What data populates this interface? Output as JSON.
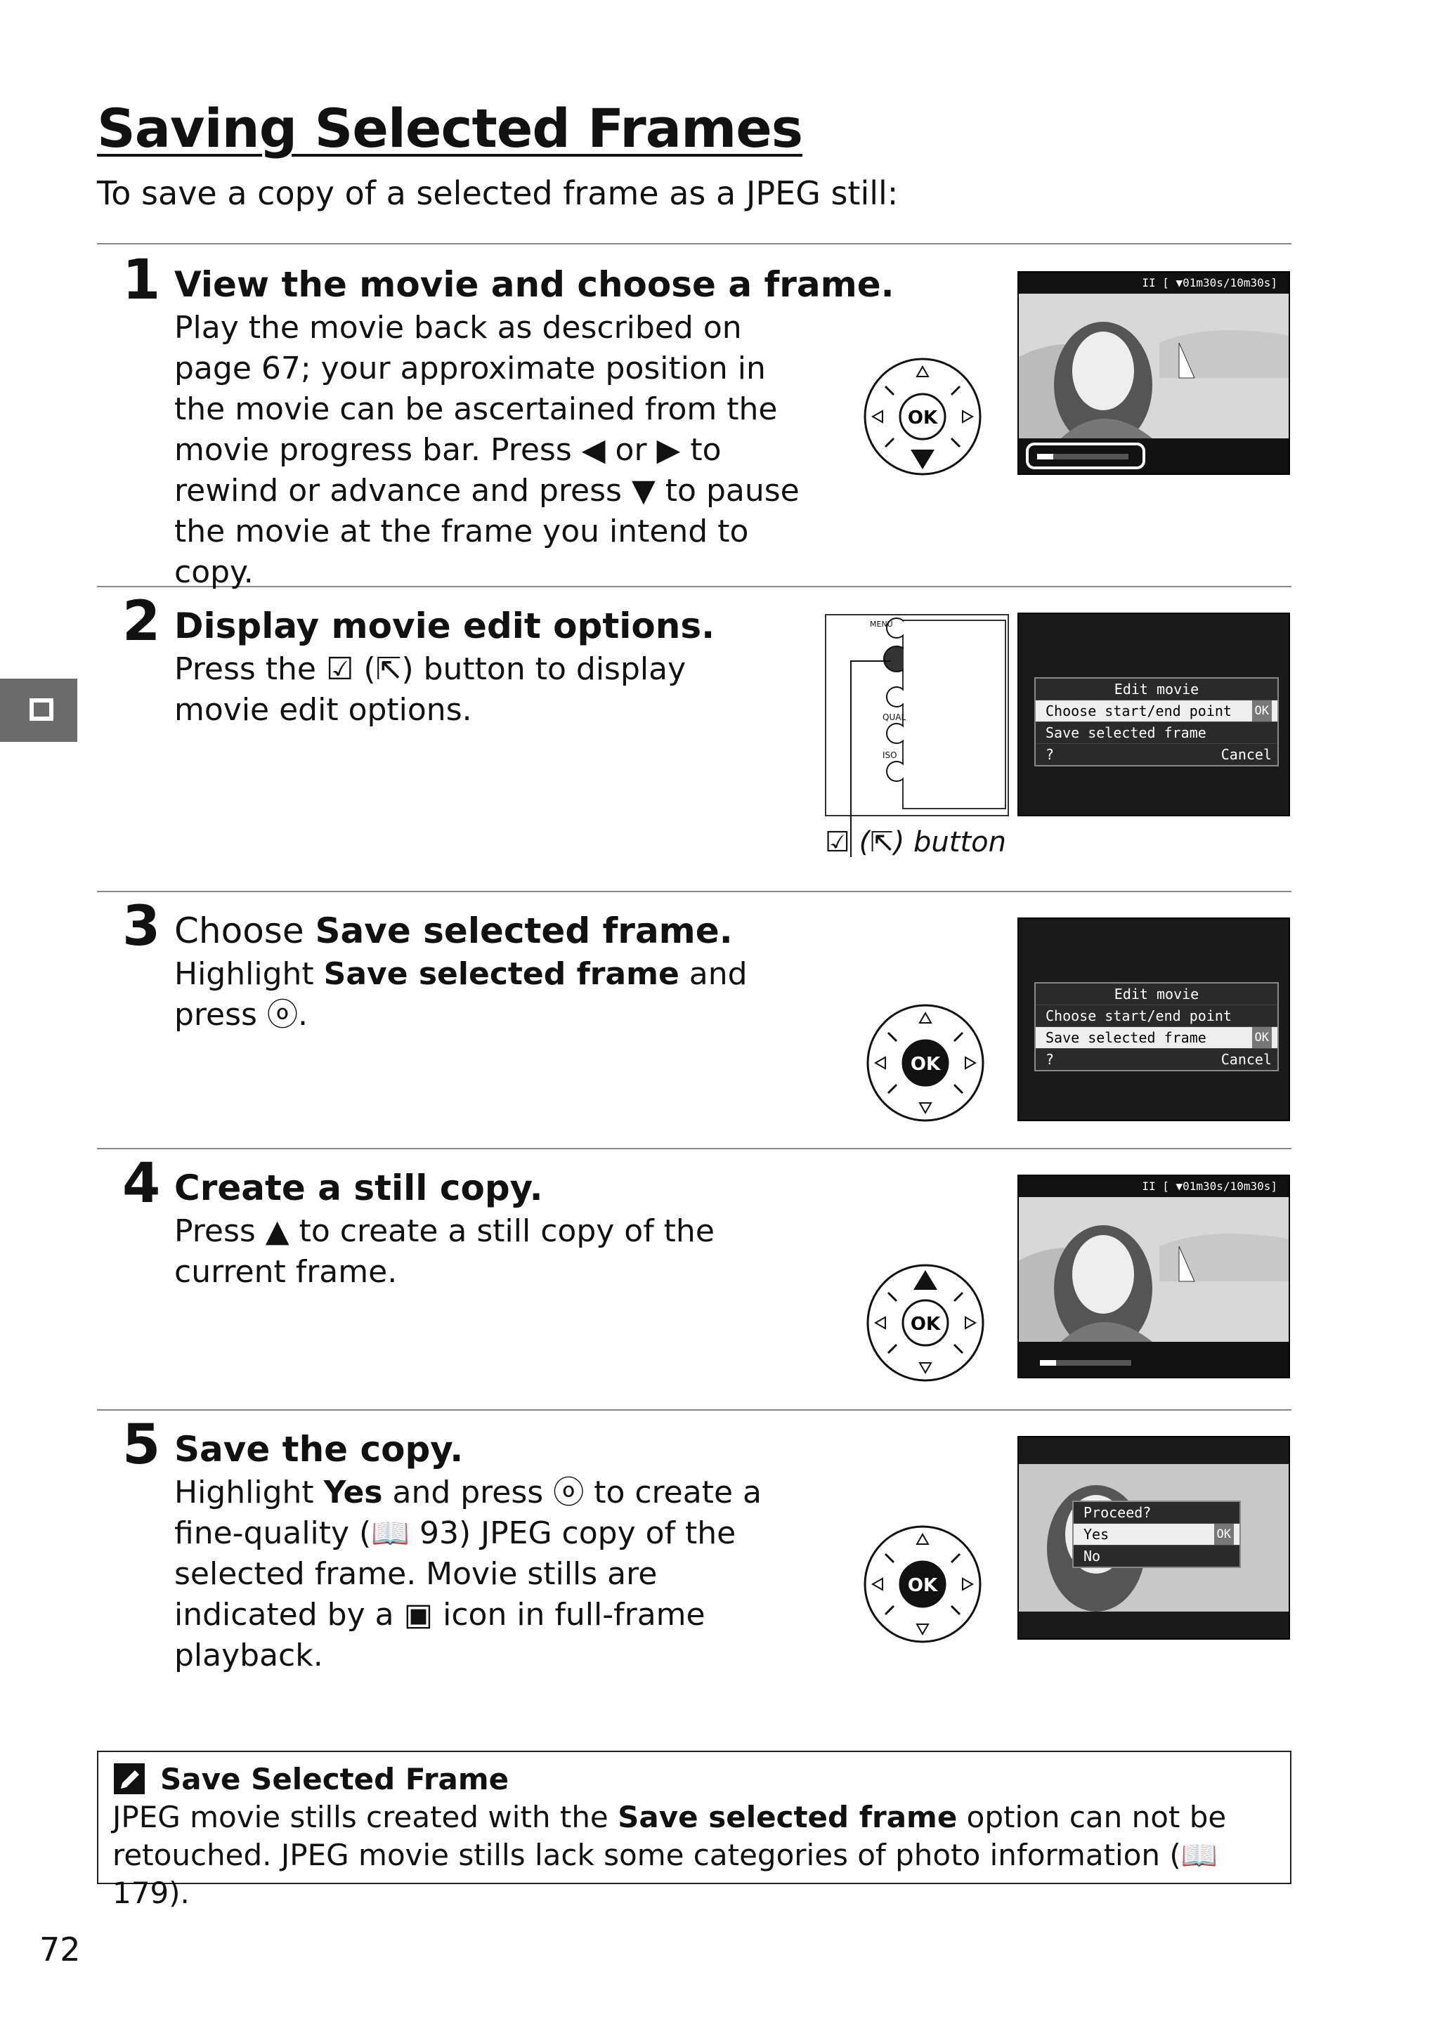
{
  "title": "Saving Selected Frames",
  "subtitle": "To save a copy of a selected frame as a JPEG still:",
  "steps": [
    {
      "num": "1",
      "heading": "View the movie and choose a frame.",
      "body": "Play the movie back as described on page 67; your approximate position in the movie can be ascertained from the movie progress bar.  Press ◀ or ▶ to rewind or advance and press ▼ to pause the movie at the frame you intend to copy."
    },
    {
      "num": "2",
      "heading": "Display movie edit options.",
      "body_pre": "Press the ",
      "body_post": " button to display movie edit options.",
      "caption": "button"
    },
    {
      "num": "3",
      "heading_pre": "Choose ",
      "heading_bold": "Save selected frame.",
      "body_pre": "Highlight ",
      "body_bold": "Save selected frame",
      "body_post": " and press ⓞ."
    },
    {
      "num": "4",
      "heading": "Create a still copy.",
      "body": "Press ▲ to create a still copy of the current frame."
    },
    {
      "num": "5",
      "heading": "Save the copy.",
      "body_pre": "Highlight ",
      "body_bold": "Yes",
      "body_post": " and press ⓞ to create a fine-quality (📖 93) JPEG copy of the selected frame.  Movie stills are indicated by a ▣ icon in full-frame playback."
    }
  ],
  "screens": {
    "playback_status": "II [ ▼01m30s/10m30s]",
    "menu_title": "Edit movie",
    "menu_item_1": "Choose start/end point",
    "menu_item_2": "Save selected frame",
    "menu_ok": "OK",
    "menu_help": "?",
    "menu_cancel": "Cancel",
    "proceed_title": "Proceed?",
    "proceed_yes": "Yes",
    "proceed_no": "No",
    "dial_label": "OK",
    "camera_labels": [
      "MENU",
      "QUAL",
      "ISO"
    ]
  },
  "note": {
    "heading": "Save Selected Frame",
    "body_pre": "JPEG movie stills created with the ",
    "body_bold": "Save selected frame",
    "body_post": " option can not be retouched.  JPEG movie stills lack some categories of photo information (📖 179)."
  },
  "page_number": "72",
  "colors": {
    "tab": "#6b6b6b",
    "screen_bg": "#1a1a1a"
  }
}
